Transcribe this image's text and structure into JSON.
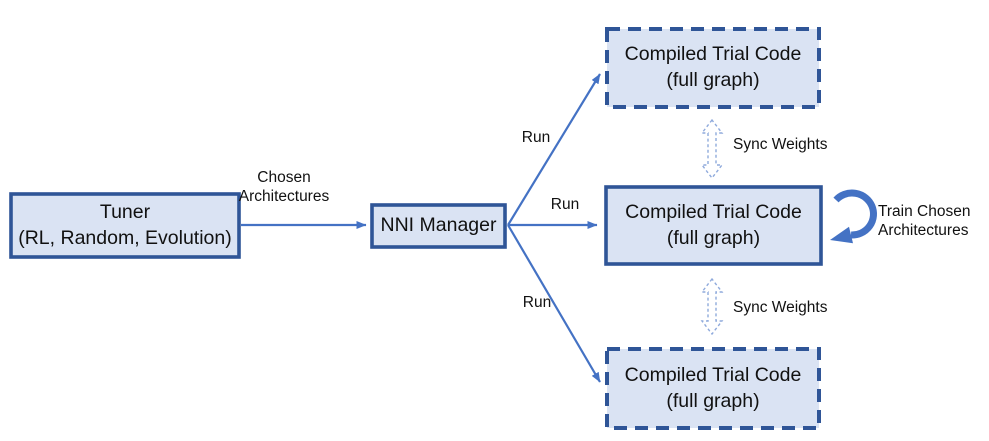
{
  "diagram": {
    "colors": {
      "box_fill": "#dae3f3",
      "box_border": "#2f5597",
      "arrow": "#4472c4",
      "sync_arrow": "#8faadc",
      "text": "#111111"
    },
    "nodes": {
      "tuner": {
        "label": "Tuner\n(RL, Random, Evolution)"
      },
      "nni_manager": {
        "label": "NNI Manager"
      },
      "trial_top": {
        "label": "Compiled Trial Code\n(full graph)"
      },
      "trial_middle": {
        "label": "Compiled Trial Code\n(full graph)"
      },
      "trial_bottom": {
        "label": "Compiled Trial Code\n(full graph)"
      }
    },
    "edges": {
      "chosen_architectures": "Chosen\nArchitectures",
      "run_top": "Run",
      "run_middle": "Run",
      "run_bottom": "Run",
      "sync_weights_top": "Sync Weights",
      "sync_weights_bottom": "Sync Weights",
      "train_chosen": "Train Chosen\nArchitectures"
    }
  }
}
